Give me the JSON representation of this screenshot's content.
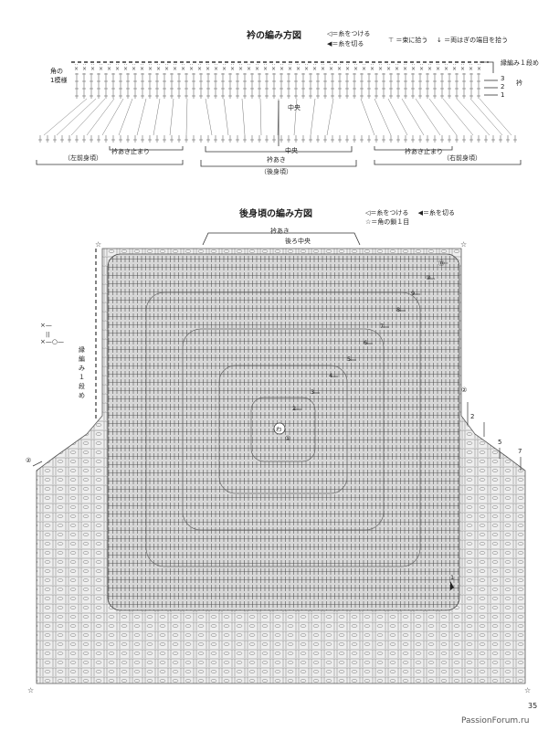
{
  "collar": {
    "title": "衿の編み方図",
    "legend": {
      "attach": "◁＝糸をつける",
      "cut": "◀＝糸を切る",
      "bundle": "＝束に拾う",
      "split": "＝両はぎの端目を拾う"
    },
    "labels": {
      "corner": "角の\n1模様",
      "edge_row": "縁編み１段め",
      "collar_side": "衿",
      "row3": "3",
      "row2": "2",
      "row1": "1",
      "center": "中央",
      "center_bottom": "中央",
      "opening_stop_left": "衿あき止まり",
      "opening_stop_right": "衿あき止まり",
      "opening": "衿あき",
      "left_front": "（左前身頃）",
      "back": "（後身頃）",
      "right_front": "（右前身頃）"
    }
  },
  "back_body": {
    "title": "後身頃の編み方図",
    "legend": {
      "attach": "◁＝糸をつける",
      "cut": "◀＝糸を切る",
      "star": "☆＝角の鎖１目"
    },
    "labels": {
      "opening": "衿あき",
      "back_center": "後ろ中央",
      "edge_row": "縁編み１段め",
      "round_labels": [
        "⑪",
        "⑩",
        "9",
        "8",
        "7",
        "6",
        "5",
        "4",
        "3",
        "2"
      ],
      "ring": "わ",
      "start": "①",
      "right_side_2": "②",
      "side_2": "2",
      "side_5": "5",
      "side_7": "7",
      "left_side_2": "②",
      "bottom_1": "1",
      "stitch_key_top": "×—",
      "stitch_key_eq": "||",
      "stitch_key_bottom": "×—○—"
    }
  },
  "page_number": "35",
  "watermark": "PassionForum.ru"
}
